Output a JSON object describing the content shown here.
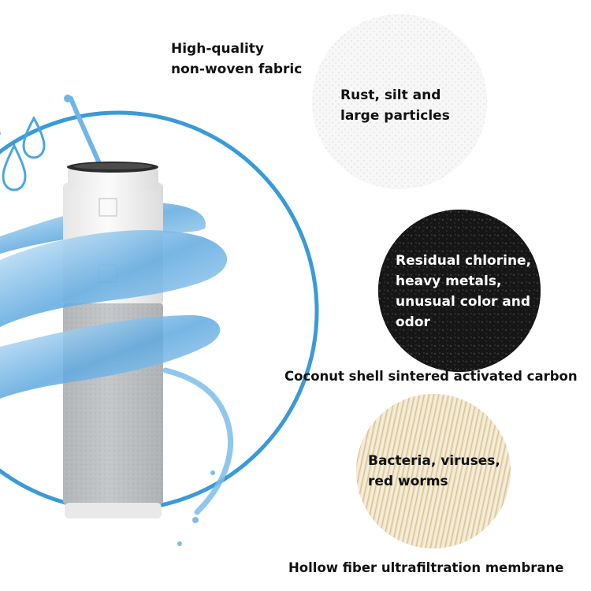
{
  "colors": {
    "background": "#ffffff",
    "ring": "#3a9ad8",
    "water": "#6fb6e8",
    "cartridge_cap": "#f3f3f3",
    "cartridge_body": "#b9bcbf",
    "fabric": "#f6f6f6",
    "carbon": "#141414",
    "fiber": "#e9dcbf",
    "text_dark": "#111111",
    "text_light": "#ffffff"
  },
  "layers": [
    {
      "id": "non-woven-fabric",
      "title_lines": [
        "High-quality",
        "non-woven fabric"
      ],
      "filters_lines": [
        "Rust, silt and",
        "large particles"
      ],
      "texture": "fabric"
    },
    {
      "id": "activated-carbon",
      "title_lines": [
        "Coconut shell sintered activated carbon"
      ],
      "filters_lines": [
        "Residual chlorine,",
        "heavy metals,",
        "unusual color and",
        "odor"
      ],
      "texture": "carbon"
    },
    {
      "id": "hollow-fiber",
      "title_lines": [
        "Hollow fiber ultrafiltration membrane"
      ],
      "filters_lines": [
        "Bacteria, viruses,",
        "red worms"
      ],
      "texture": "fiber"
    }
  ],
  "icons": [
    "water-drop-icon",
    "water-splash-icon",
    "filter-cartridge-icon"
  ]
}
